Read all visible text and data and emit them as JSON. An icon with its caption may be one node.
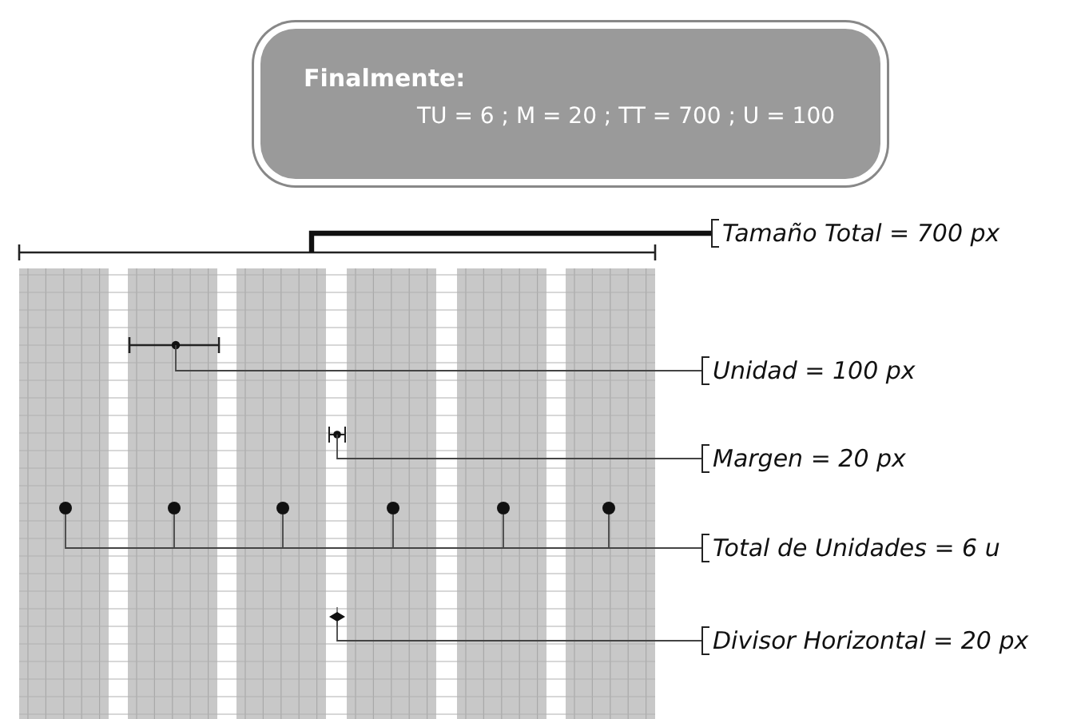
{
  "diagram": {
    "nodes": [
      {
        "text": [
          "Finalmente:",
          "TU = 6 ; M = 20 ; TT = 700 ; U = 100"
        ]
      },
      {
        "text": [
          "Tamaño Total = 700 px"
        ]
      },
      {
        "text": [
          "Unidad = 100 px"
        ]
      },
      {
        "text": [
          "Margen = 20 px"
        ]
      },
      {
        "text": [
          "Total de Unidades = 6 u"
        ]
      },
      {
        "text": [
          "Divisor Horizontal = 20 px"
        ]
      },
      {
        "text": [],
        "shape": "circle"
      },
      {
        "text": [],
        "shape": "circle"
      },
      {
        "text": [],
        "shape": "circle"
      },
      {
        "text": [],
        "shape": "circle"
      },
      {
        "text": [],
        "shape": "circle"
      },
      {
        "text": [],
        "shape": "circle"
      }
    ],
    "edges": [
      {
        "from": 1,
        "to": null,
        "arrow": "none",
        "style": "thick"
      },
      {
        "from": 2,
        "to": null,
        "arrow": "none"
      },
      {
        "from": 3,
        "to": null,
        "arrow": "none"
      },
      {
        "from": 4,
        "to": 6,
        "arrow": "none"
      },
      {
        "from": 4,
        "to": 7,
        "arrow": "none"
      },
      {
        "from": 4,
        "to": 8,
        "arrow": "none"
      },
      {
        "from": 4,
        "to": 9,
        "arrow": "none"
      },
      {
        "from": 4,
        "to": 10,
        "arrow": "none"
      },
      {
        "from": 4,
        "to": 11,
        "arrow": "none"
      },
      {
        "from": 5,
        "to": null,
        "arrow": "none"
      }
    ]
  }
}
